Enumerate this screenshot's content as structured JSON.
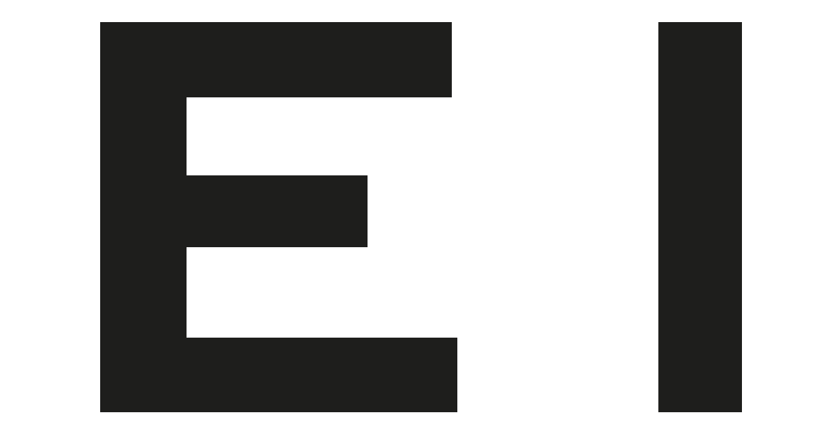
{
  "logo": {
    "text": "E I",
    "letters": [
      "E",
      "I"
    ],
    "color": "#1e1e1c",
    "background": "#ffffff"
  }
}
